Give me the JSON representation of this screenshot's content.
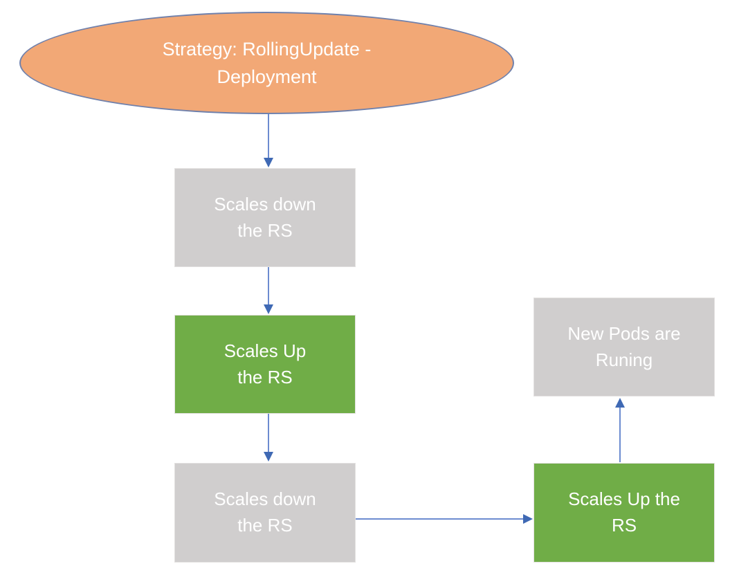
{
  "diagram": {
    "type": "flowchart",
    "background": "#ffffff",
    "colors": {
      "ellipse_fill": "#F2A876",
      "ellipse_border": "#7081AC",
      "green_fill": "#70AD47",
      "gray_fill": "#D0CECE",
      "rect_border": "#E3E1E0",
      "arrow_line": "#6C8BD0",
      "arrow_head": "#3F69B4",
      "text": "#FFFFFF"
    },
    "nodes": {
      "start": {
        "shape": "ellipse",
        "color": "orange",
        "label": "Strategy: RollingUpdate -\nDeployment"
      },
      "scale_down_1": {
        "shape": "rectangle",
        "color": "gray",
        "label": "Scales down\nthe RS"
      },
      "scale_up_1": {
        "shape": "rectangle",
        "color": "green",
        "label": "Scales Up\nthe RS"
      },
      "scale_down_2": {
        "shape": "rectangle",
        "color": "gray",
        "label": "Scales down\nthe RS"
      },
      "scale_up_2": {
        "shape": "rectangle",
        "color": "green",
        "label": "Scales Up the\nRS"
      },
      "new_pods": {
        "shape": "rectangle",
        "color": "gray",
        "label": "New Pods are\nRuning"
      }
    },
    "edges": [
      {
        "from": "start",
        "to": "scale_down_1",
        "direction": "down"
      },
      {
        "from": "scale_down_1",
        "to": "scale_up_1",
        "direction": "down"
      },
      {
        "from": "scale_up_1",
        "to": "scale_down_2",
        "direction": "down"
      },
      {
        "from": "scale_down_2",
        "to": "scale_up_2",
        "direction": "right"
      },
      {
        "from": "scale_up_2",
        "to": "new_pods",
        "direction": "up"
      }
    ]
  }
}
